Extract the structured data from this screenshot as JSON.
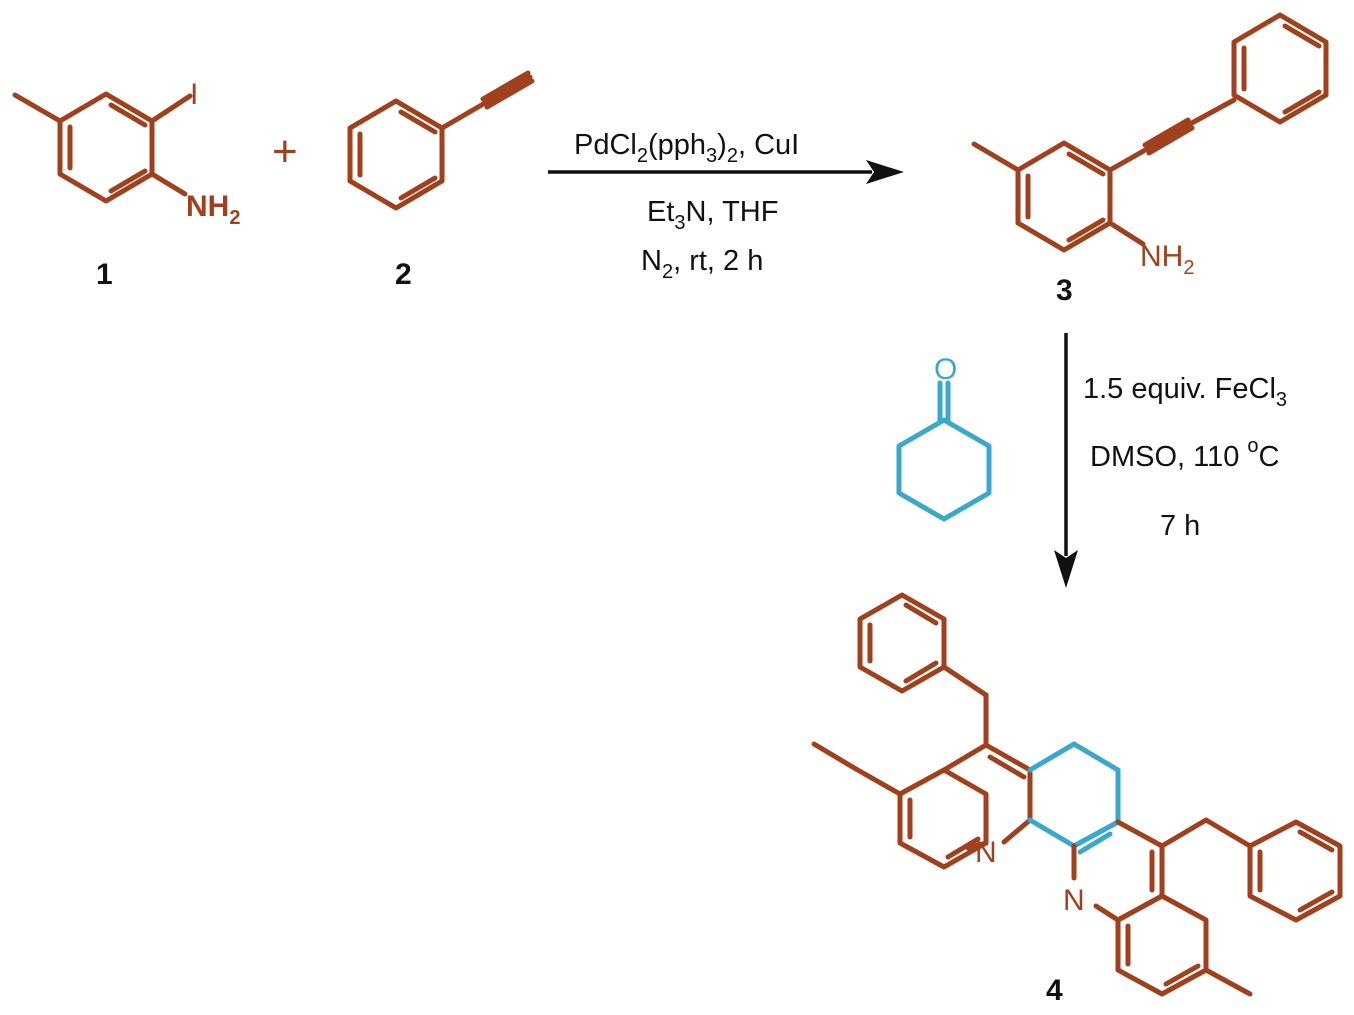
{
  "compounds": {
    "c1": {
      "label": "1",
      "iodo": "I",
      "amine_n": "NH",
      "amine_sub": "2"
    },
    "c2": {
      "label": "2"
    },
    "c3": {
      "label": "3",
      "amine_n": "NH",
      "amine_sub": "2"
    },
    "c4": {
      "label": "4",
      "n1": "N",
      "n2": "N"
    },
    "ketone": {
      "oxygen": "O"
    }
  },
  "plus_sign": "+",
  "step1": {
    "line1": {
      "a": "PdCl",
      "a_sub": "2",
      "b": "(pph",
      "b_sub": "3",
      "c": ")",
      "c_sub": "2",
      "d": ", CuI"
    },
    "line2": {
      "a": "Et",
      "a_sub": "3",
      "b": "N, THF"
    },
    "line3": {
      "a": "N",
      "a_sub": "2",
      "b": ", rt, 2 h"
    }
  },
  "step2": {
    "line1": {
      "a": "1.5 equiv. FeCl",
      "a_sub": "3"
    },
    "line2": {
      "a": "DMSO, 110 ",
      "a_sup": "o",
      "b": "C"
    },
    "line3": {
      "a": "7 h"
    }
  },
  "colors": {
    "reactant": "#a0401c",
    "ketone": "#3aa7cc",
    "arrow": "#111111"
  }
}
